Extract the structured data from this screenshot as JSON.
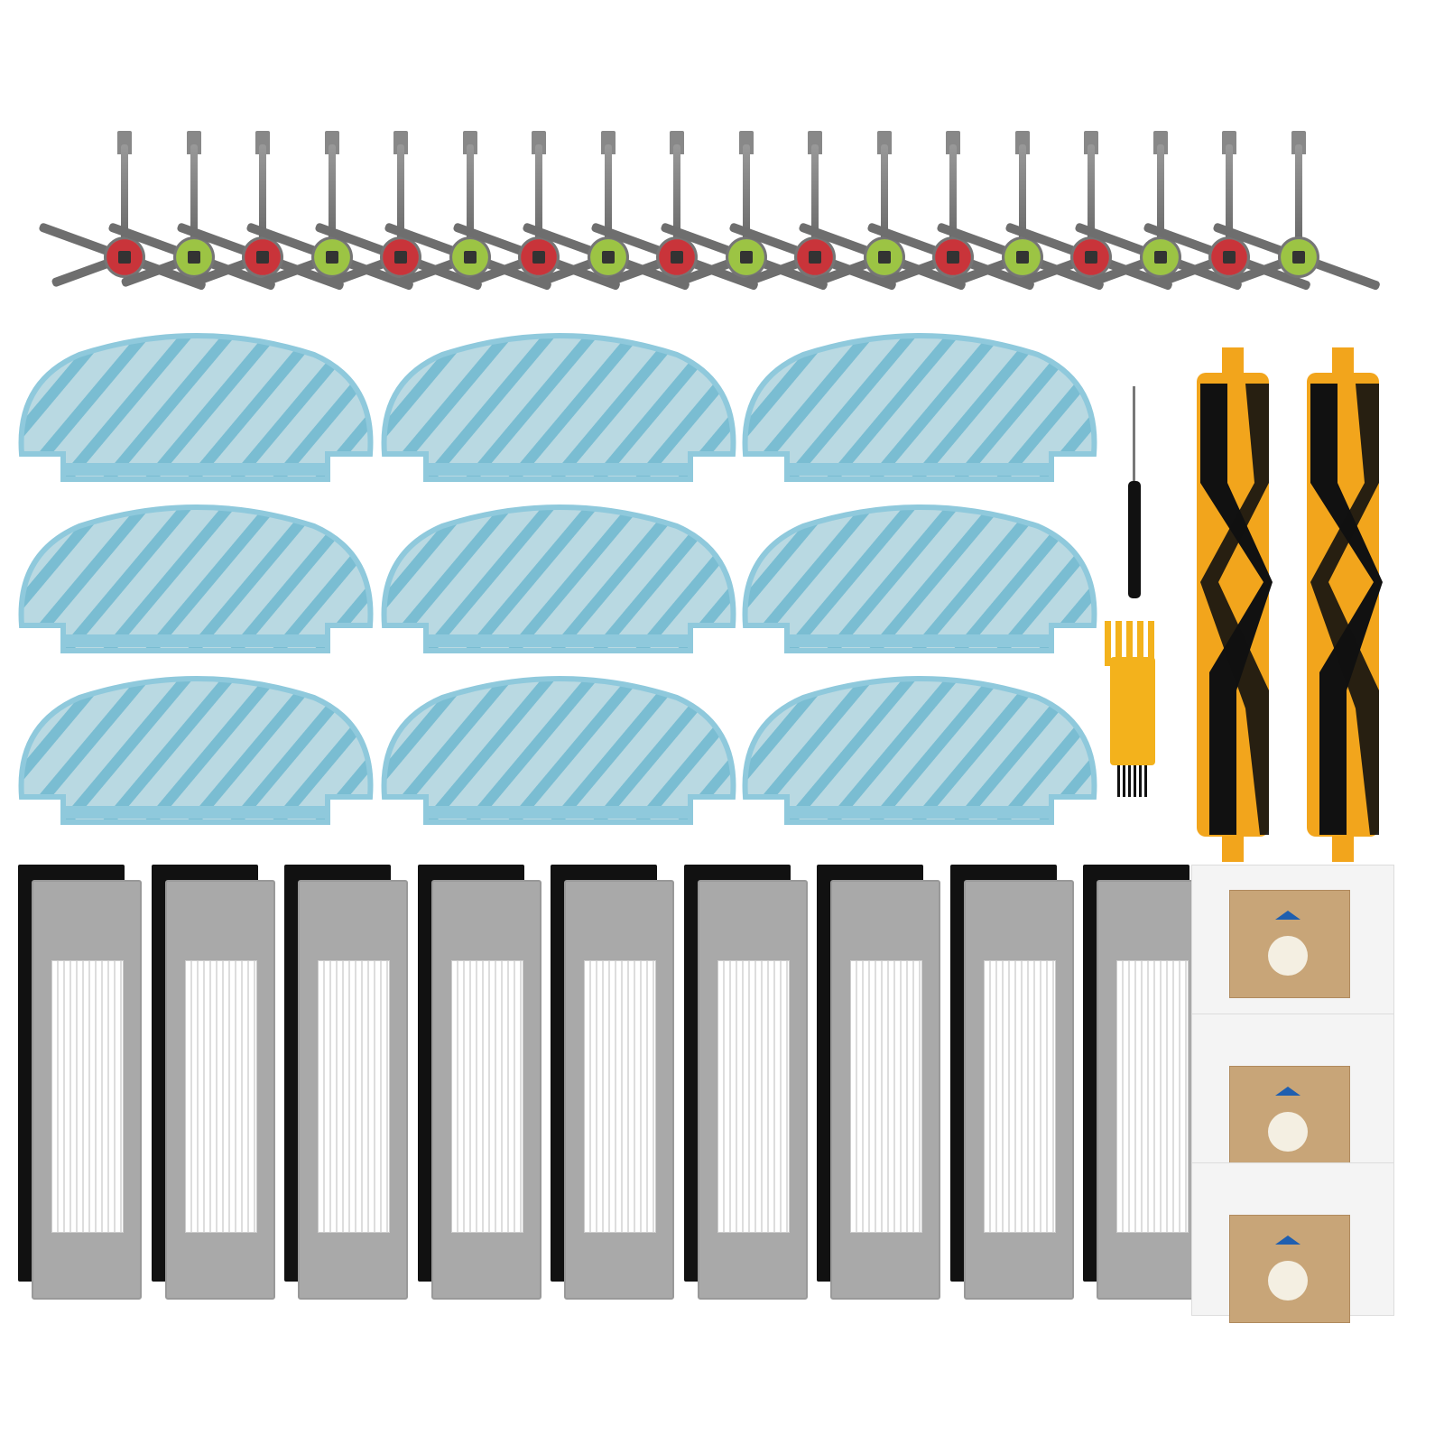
{
  "products": {
    "side_brushes": {
      "count": 18,
      "hub_colors": [
        "#c9343a",
        "#9cc444"
      ],
      "bristle_color": "#6e6e6e"
    },
    "mop_pads": {
      "count": 9,
      "color": "#8fc9dc",
      "stripe_color": "#5fb1cc"
    },
    "screwdriver": {
      "count": 1,
      "color": "#111111"
    },
    "cleaning_tool": {
      "count": 1,
      "color": "#f3b21c"
    },
    "roller_brushes": {
      "count": 2,
      "frame_color": "#f2a51c",
      "bristle_color": "#111111"
    },
    "hepa_filters": {
      "count": 9,
      "frame_color": "#a9a9a9",
      "sponge_color": "#111111"
    },
    "dust_bags": {
      "count": 3,
      "card_color": "#c8a578",
      "marker_color": "#1f5fb0"
    }
  }
}
